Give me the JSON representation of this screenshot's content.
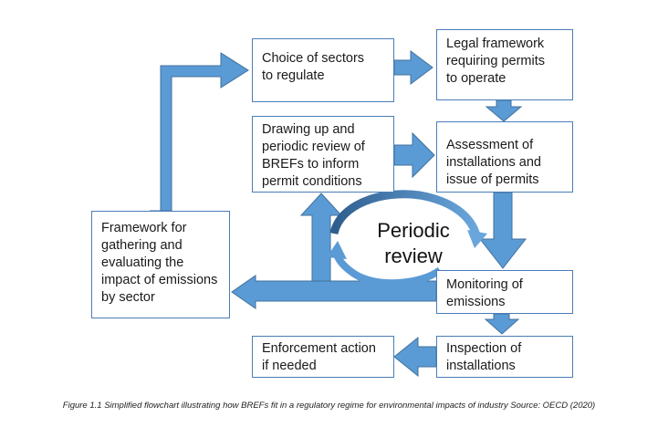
{
  "boxes": {
    "choice": "Choice of sectors\nto regulate",
    "legal": "Legal framework\nrequiring permits\nto operate",
    "brefs": "Drawing up and\nperiodic review of\nBREFs to inform\npermit conditions",
    "assess": "Assessment of\ninstallations and\nissue of permits",
    "framework": "Framework for\ngathering and\nevaluating the\nimpact of emissions\nby sector",
    "monitor": "Monitoring of\nemissions",
    "inspect": "Inspection of\ninstallations",
    "enforce": "Enforcement action\nif needed"
  },
  "periodic_review": "Periodic\nreview",
  "caption": "Figure 1.1 Simplified flowchart illustrating how BREFs fit in a regulatory regime for environmental impacts of industry Source: OECD (2020)",
  "colors": {
    "arrow": "#5b9bd5",
    "arrow_outline": "#41719c",
    "box_border": "#4a7db8"
  }
}
